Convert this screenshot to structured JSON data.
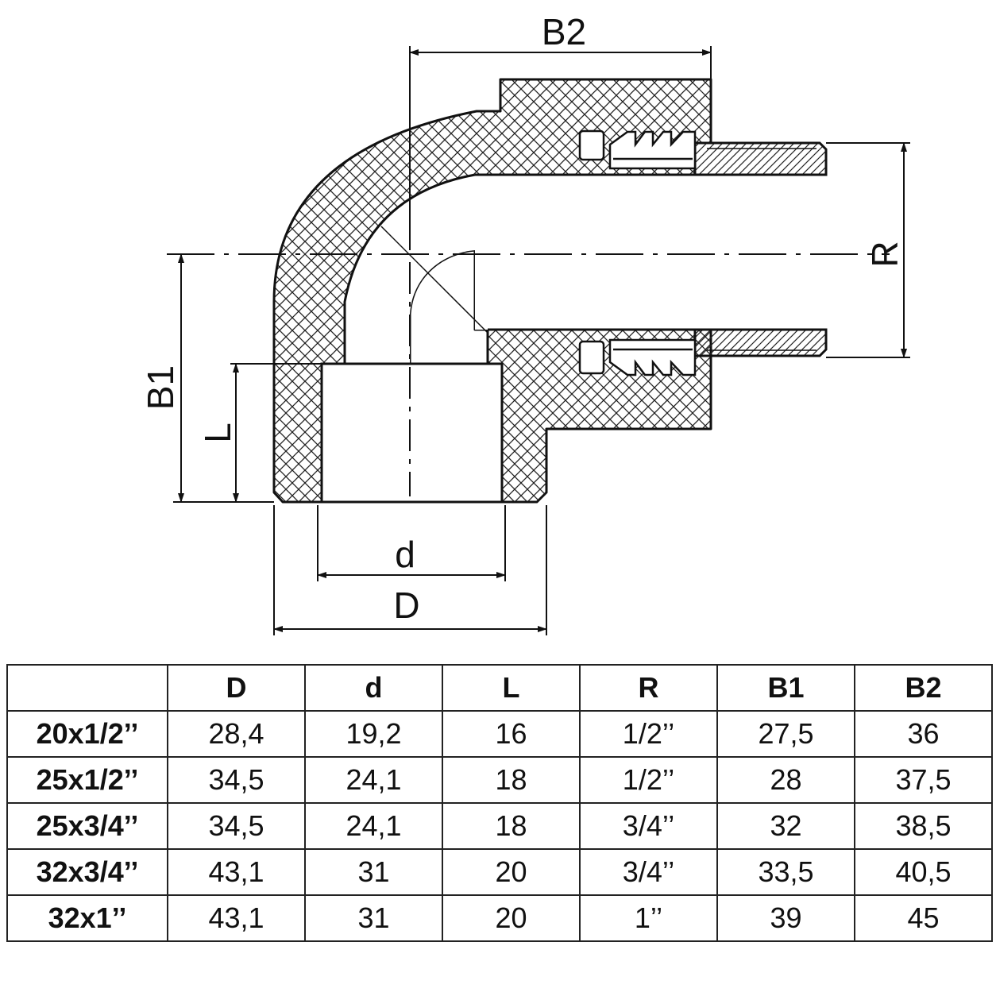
{
  "drawing": {
    "dimension_labels": {
      "B2": "B2",
      "R": "R",
      "B1": "B1",
      "L": "L",
      "d": "d",
      "D": "D"
    }
  },
  "table": {
    "headers": [
      "",
      "D",
      "d",
      "L",
      "R",
      "B1",
      "B2"
    ],
    "rows": [
      [
        "20x1/2’’",
        "28,4",
        "19,2",
        "16",
        "1/2’’",
        "27,5",
        "36"
      ],
      [
        "25x1/2’’",
        "34,5",
        "24,1",
        "18",
        "1/2’’",
        "28",
        "37,5"
      ],
      [
        "25x3/4’’",
        "34,5",
        "24,1",
        "18",
        "3/4’’",
        "32",
        "38,5"
      ],
      [
        "32x3/4’’",
        "43,1",
        "31",
        "20",
        "3/4’’",
        "33,5",
        "40,5"
      ],
      [
        "32x1’’",
        "43,1",
        "31",
        "20",
        "1’’",
        "39",
        "45"
      ]
    ]
  }
}
